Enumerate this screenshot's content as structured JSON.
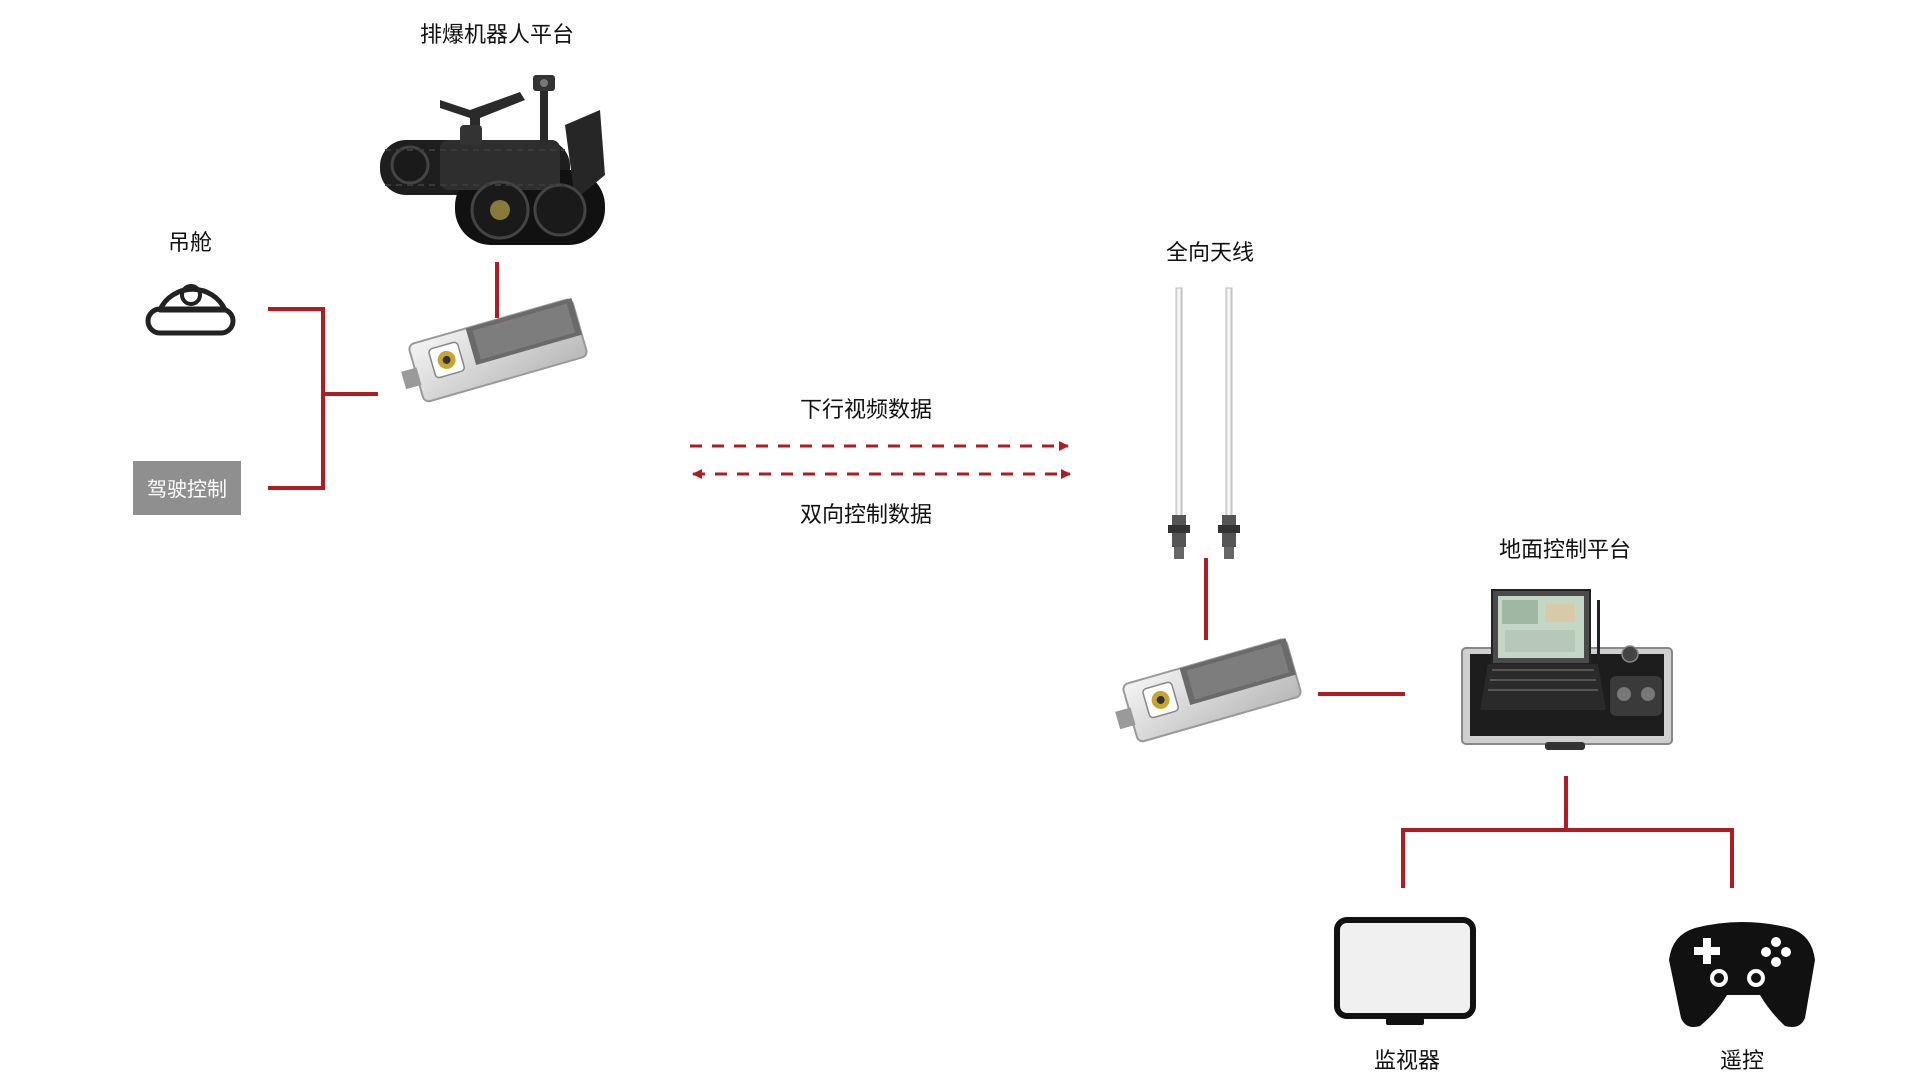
{
  "labels": {
    "robot_platform": "排爆机器人平台",
    "gimbal": "吊舱",
    "drive_control": "驾驶控制",
    "downlink_video": "下行视频数据",
    "bidirectional_control": "双向控制数据",
    "omni_antenna": "全向天线",
    "ground_control_platform": "地面控制平台",
    "monitor": "监视器",
    "remote_control": "遥控"
  },
  "colors": {
    "connector": "#b01c22",
    "icon_dark": "#222222",
    "button_gray": "#8f8f8f",
    "button_text": "#ffffff"
  },
  "icons": {
    "robot": "tracked-robot-icon",
    "gimbal": "dome-camera-icon",
    "radio_module": "radio-module-icon",
    "antenna": "antenna-icon",
    "ground_station": "rugged-laptop-case-icon",
    "monitor": "monitor-icon",
    "gamepad": "gamepad-icon"
  }
}
